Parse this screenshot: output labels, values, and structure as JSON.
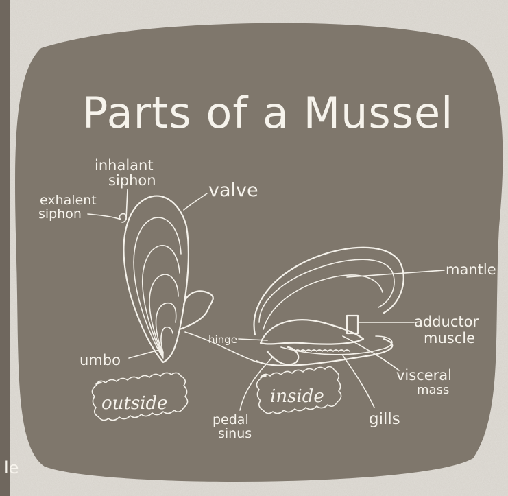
{
  "title": "Parts of a Mussel",
  "labels": {
    "inhalant_siphon_1": "inhalant",
    "inhalant_siphon_2": "siphon",
    "exhalent_siphon_1": "exhalent",
    "exhalent_siphon_2": "siphon",
    "valve": "valve",
    "umbo": "umbo",
    "hinge": "hinge",
    "pedal_sinus_1": "pedal",
    "pedal_sinus_2": "sinus",
    "mantle": "mantle",
    "adductor_muscle_1": "adductor",
    "adductor_muscle_2": "muscle",
    "visceral_mass_1": "visceral",
    "visceral_mass_2": "mass",
    "gills": "gills"
  },
  "captions": {
    "outside": "outside",
    "inside": "inside"
  },
  "edge_fragment": "le",
  "colors": {
    "board": "#7b7369",
    "chalk": "#f4f1ea",
    "chalk_dust": "#d9d6d0"
  }
}
